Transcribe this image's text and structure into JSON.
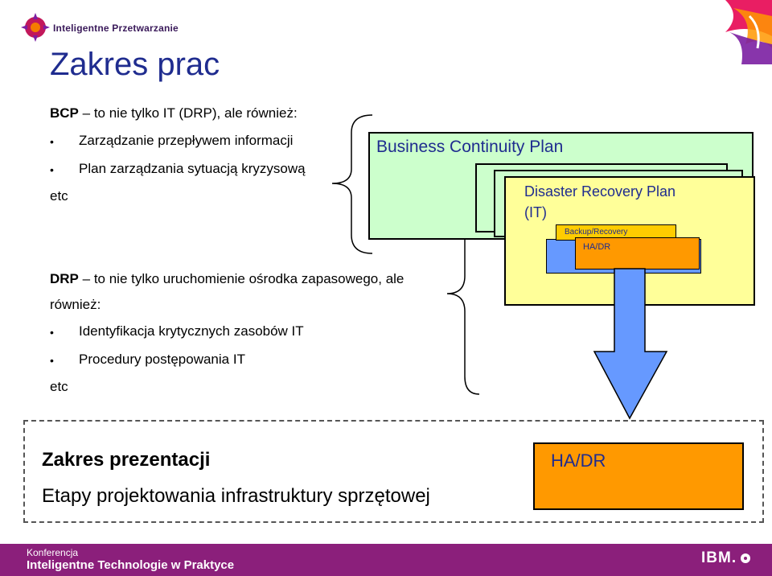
{
  "header": {
    "brand": "Inteligentne Przetwarzanie",
    "title": "Zakres prac"
  },
  "bcp_section": {
    "lead_bold": "BCP",
    "lead_rest": "– to nie tylko IT (DRP), ale również:",
    "bullets": [
      "Zarządzanie przepływem informacji",
      "Plan zarządzania sytuacją kryzysową"
    ],
    "etc": "etc"
  },
  "drp_section": {
    "lead_bold": "DRP",
    "lead_rest": "– to nie tylko uruchomienie ośrodka zapasowego, ale",
    "lead_line2": "również:",
    "bullets": [
      "Identyfikacja krytycznych zasobów IT",
      "Procedury postępowania IT"
    ],
    "etc": "etc"
  },
  "diagram": {
    "bcp_label": "Business Continuity Plan",
    "drp_label_1": "Disaster Recovery Plan",
    "drp_label_2": "(IT)",
    "backup_label": "Backup/Recovery",
    "hadr_label": "HA/DR"
  },
  "presentation": {
    "title": "Zakres prezentacji",
    "subtitle": "Etapy projektowania infrastruktury sprzętowej",
    "hadr_label": "HA/DR"
  },
  "footer": {
    "line1": "Konferencja",
    "line2": "Inteligentne Technologie w Praktyce",
    "ibm": "IBM."
  },
  "colors": {
    "title_blue": "#1f2c8f",
    "bcp_green": "#ccffcc",
    "drp_yellow": "#ffff99",
    "hadr_orange": "#ff9900",
    "backup_gold": "#ffcc00",
    "blue_box": "#6699ff",
    "footer_purple": "#8b1f7b"
  }
}
